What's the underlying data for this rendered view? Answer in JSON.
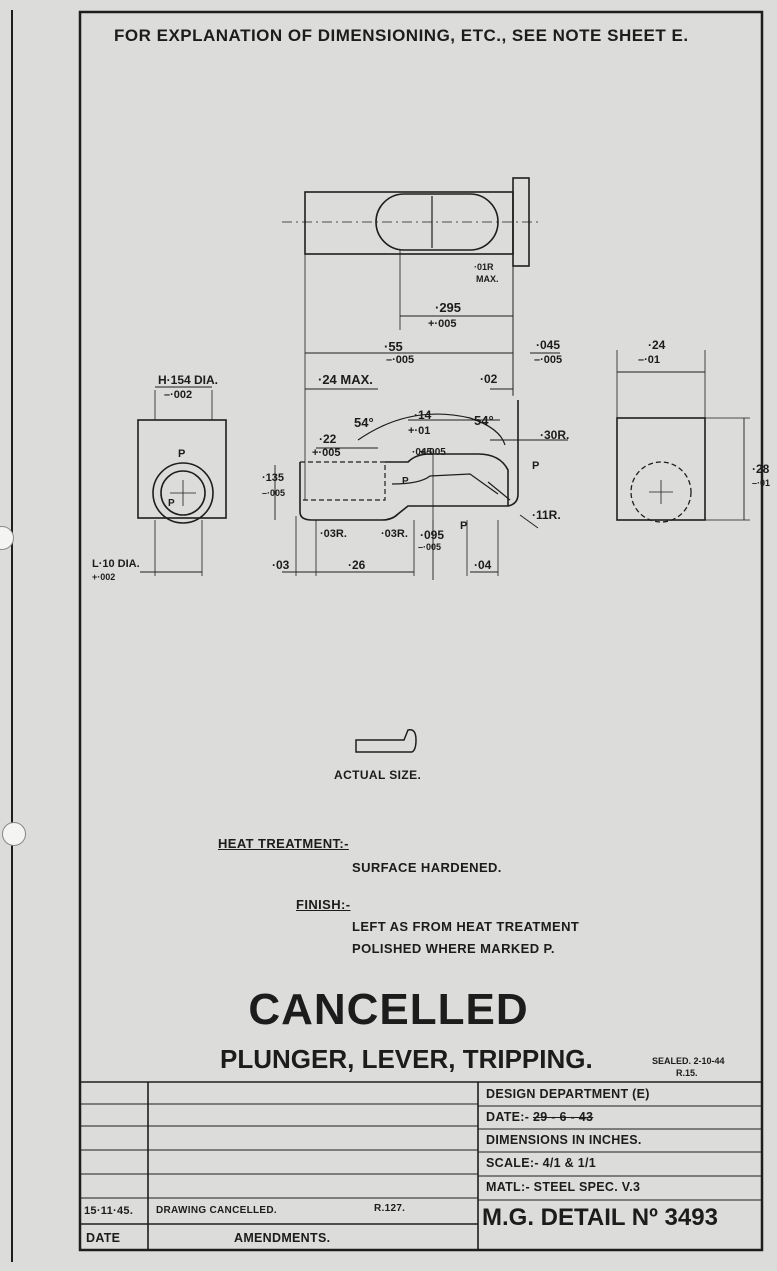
{
  "header_note": "FOR EXPLANATION OF DIMENSIONING, ETC., SEE NOTE SHEET E.",
  "dims": {
    "d01": "·01R",
    "d02": "MAX.",
    "d03": "·295",
    "d04": "+·005",
    "d05": "·55",
    "d06": "–·005",
    "d07": "·045",
    "d08": "–·005",
    "d09": "·24 MAX.",
    "d10": "·02",
    "d11": "·14",
    "d12": "+·01",
    "d13": "54°",
    "d14": "54°",
    "d15": "·22",
    "d16": "+·005",
    "d17": "·30R.",
    "d18": "·045",
    "d19": "+·005",
    "d20": "·135",
    "d21": "–·005",
    "d22": "·11R.",
    "d23": "·03R.",
    "d24": "·03R.",
    "d25": "·095",
    "d26": "–·005",
    "d27": "·03",
    "d28": "·26",
    "d29": "·04",
    "d30": "H·154 DIA.",
    "d31": "–·002",
    "d32": "L·10 DIA.",
    "d33": "+·002",
    "d34": "·24",
    "d35": "–·01",
    "d36": "·28",
    "d37": "–·01"
  },
  "marks": {
    "polished": "P"
  },
  "actual_size_label": "ACTUAL SIZE.",
  "notes": {
    "heat_treatment_heading": "HEAT TREATMENT:-",
    "heat_treatment": "SURFACE HARDENED.",
    "finish_heading": "FINISH:-",
    "finish_line_1": "LEFT AS FROM HEAT TREATMENT",
    "finish_line_2": "POLISHED WHERE MARKED P."
  },
  "cancelled": "CANCELLED",
  "part_title": "PLUNGER, LEVER, TRIPPING.",
  "sealed": {
    "line1": "SEALED. 2-10-44",
    "line2": "R.15."
  },
  "title_block": {
    "department": "DESIGN DEPARTMENT (E)",
    "date_label": "DATE:-",
    "date_value": "29 - 6 - 43",
    "dimensions": "DIMENSIONS IN INCHES.",
    "scale": "SCALE:- 4/1 & 1/1",
    "material": "MATL:- STEEL SPEC. V.3",
    "detail_number": "M.G. DETAIL Nº 3493"
  },
  "amendment": {
    "date": "15·11·45.",
    "text": "DRAWING CANCELLED.",
    "ref": "R.127.",
    "date_heading": "DATE",
    "text_heading": "AMENDMENTS."
  }
}
